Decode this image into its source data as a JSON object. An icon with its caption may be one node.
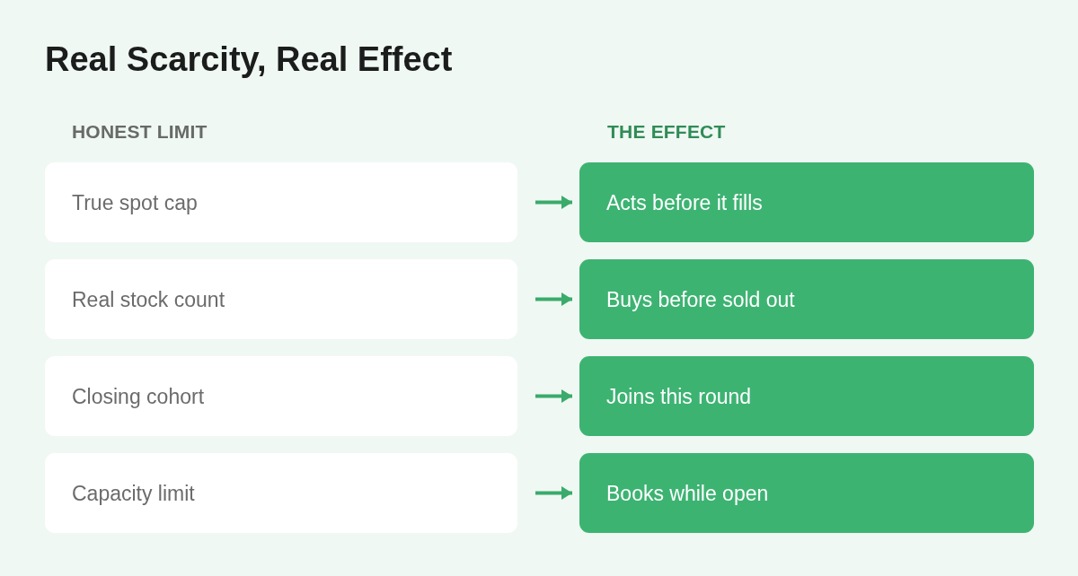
{
  "diagram": {
    "title": "Real Scarcity, Real Effect",
    "nodes": [
      {
        "text": [
          "True spot cap"
        ]
      },
      {
        "text": [
          "Acts before it fills"
        ]
      },
      {
        "text": [
          "Real stock count"
        ]
      },
      {
        "text": [
          "Buys before sold out"
        ]
      },
      {
        "text": [
          "Closing cohort"
        ]
      },
      {
        "text": [
          "Joins this round"
        ]
      },
      {
        "text": [
          "Capacity limit"
        ]
      },
      {
        "text": [
          "Books while open"
        ]
      }
    ],
    "edges": [
      {
        "from": 0,
        "to": 1,
        "arrow": "to"
      },
      {
        "from": 2,
        "to": 3,
        "arrow": "to"
      },
      {
        "from": 4,
        "to": 5,
        "arrow": "to"
      },
      {
        "from": 6,
        "to": 7,
        "arrow": "to"
      }
    ],
    "labels": [
      "HONEST LIMIT",
      "THE EFFECT"
    ]
  }
}
